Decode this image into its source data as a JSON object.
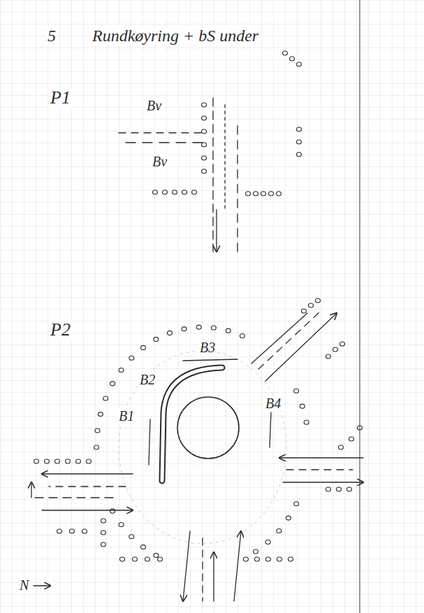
{
  "diagram": {
    "title": "Rundkøyring + bS under",
    "labels": [
      "5",
      "P1",
      "Bv",
      "Bv",
      "P2",
      "B3",
      "B2",
      "B1",
      "B4",
      "N"
    ]
  }
}
